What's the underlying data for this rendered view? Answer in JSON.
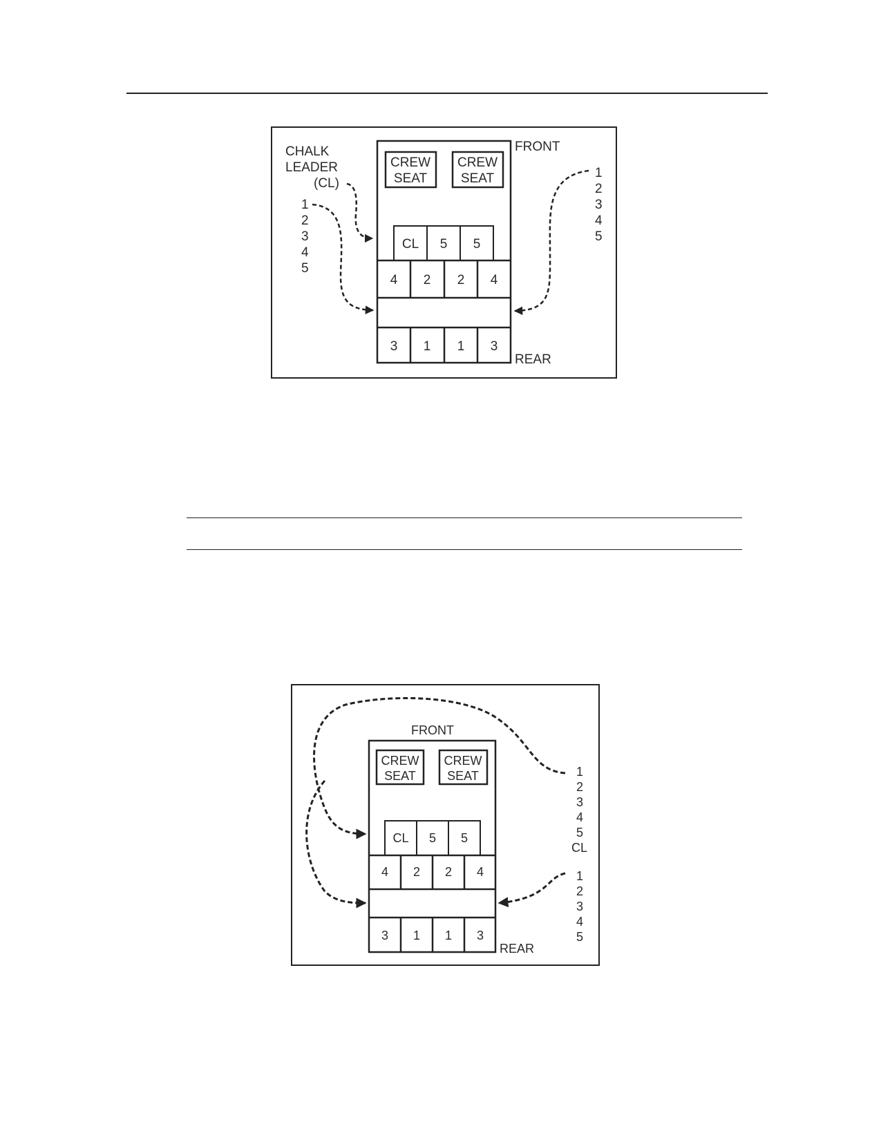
{
  "page": {
    "rule_color": "#222222"
  },
  "figure1": {
    "front_label": "FRONT",
    "rear_label": "REAR",
    "chalk_leader_label": [
      "CHALK",
      "LEADER",
      "(CL)"
    ],
    "crew_seat_left": [
      "CREW",
      "SEAT"
    ],
    "crew_seat_right": [
      "CREW",
      "SEAT"
    ],
    "row_front": [
      "CL",
      "5",
      "5"
    ],
    "row_middle": [
      "4",
      "2",
      "2",
      "4"
    ],
    "row_rear": [
      "3",
      "1",
      "1",
      "3"
    ],
    "left_order": [
      "1",
      "2",
      "3",
      "4",
      "5"
    ],
    "right_order": [
      "1",
      "2",
      "3",
      "4",
      "5"
    ]
  },
  "figure2": {
    "front_label": "FRONT",
    "rear_label": "REAR",
    "crew_seat_left": [
      "CREW",
      "SEAT"
    ],
    "crew_seat_right": [
      "CREW",
      "SEAT"
    ],
    "row_front": [
      "CL",
      "5",
      "5"
    ],
    "row_middle": [
      "4",
      "2",
      "2",
      "4"
    ],
    "row_rear": [
      "3",
      "1",
      "1",
      "3"
    ],
    "right_upper_order": [
      "1",
      "2",
      "3",
      "4",
      "5",
      "CL"
    ],
    "right_lower_order": [
      "1",
      "2",
      "3",
      "4",
      "5"
    ]
  }
}
